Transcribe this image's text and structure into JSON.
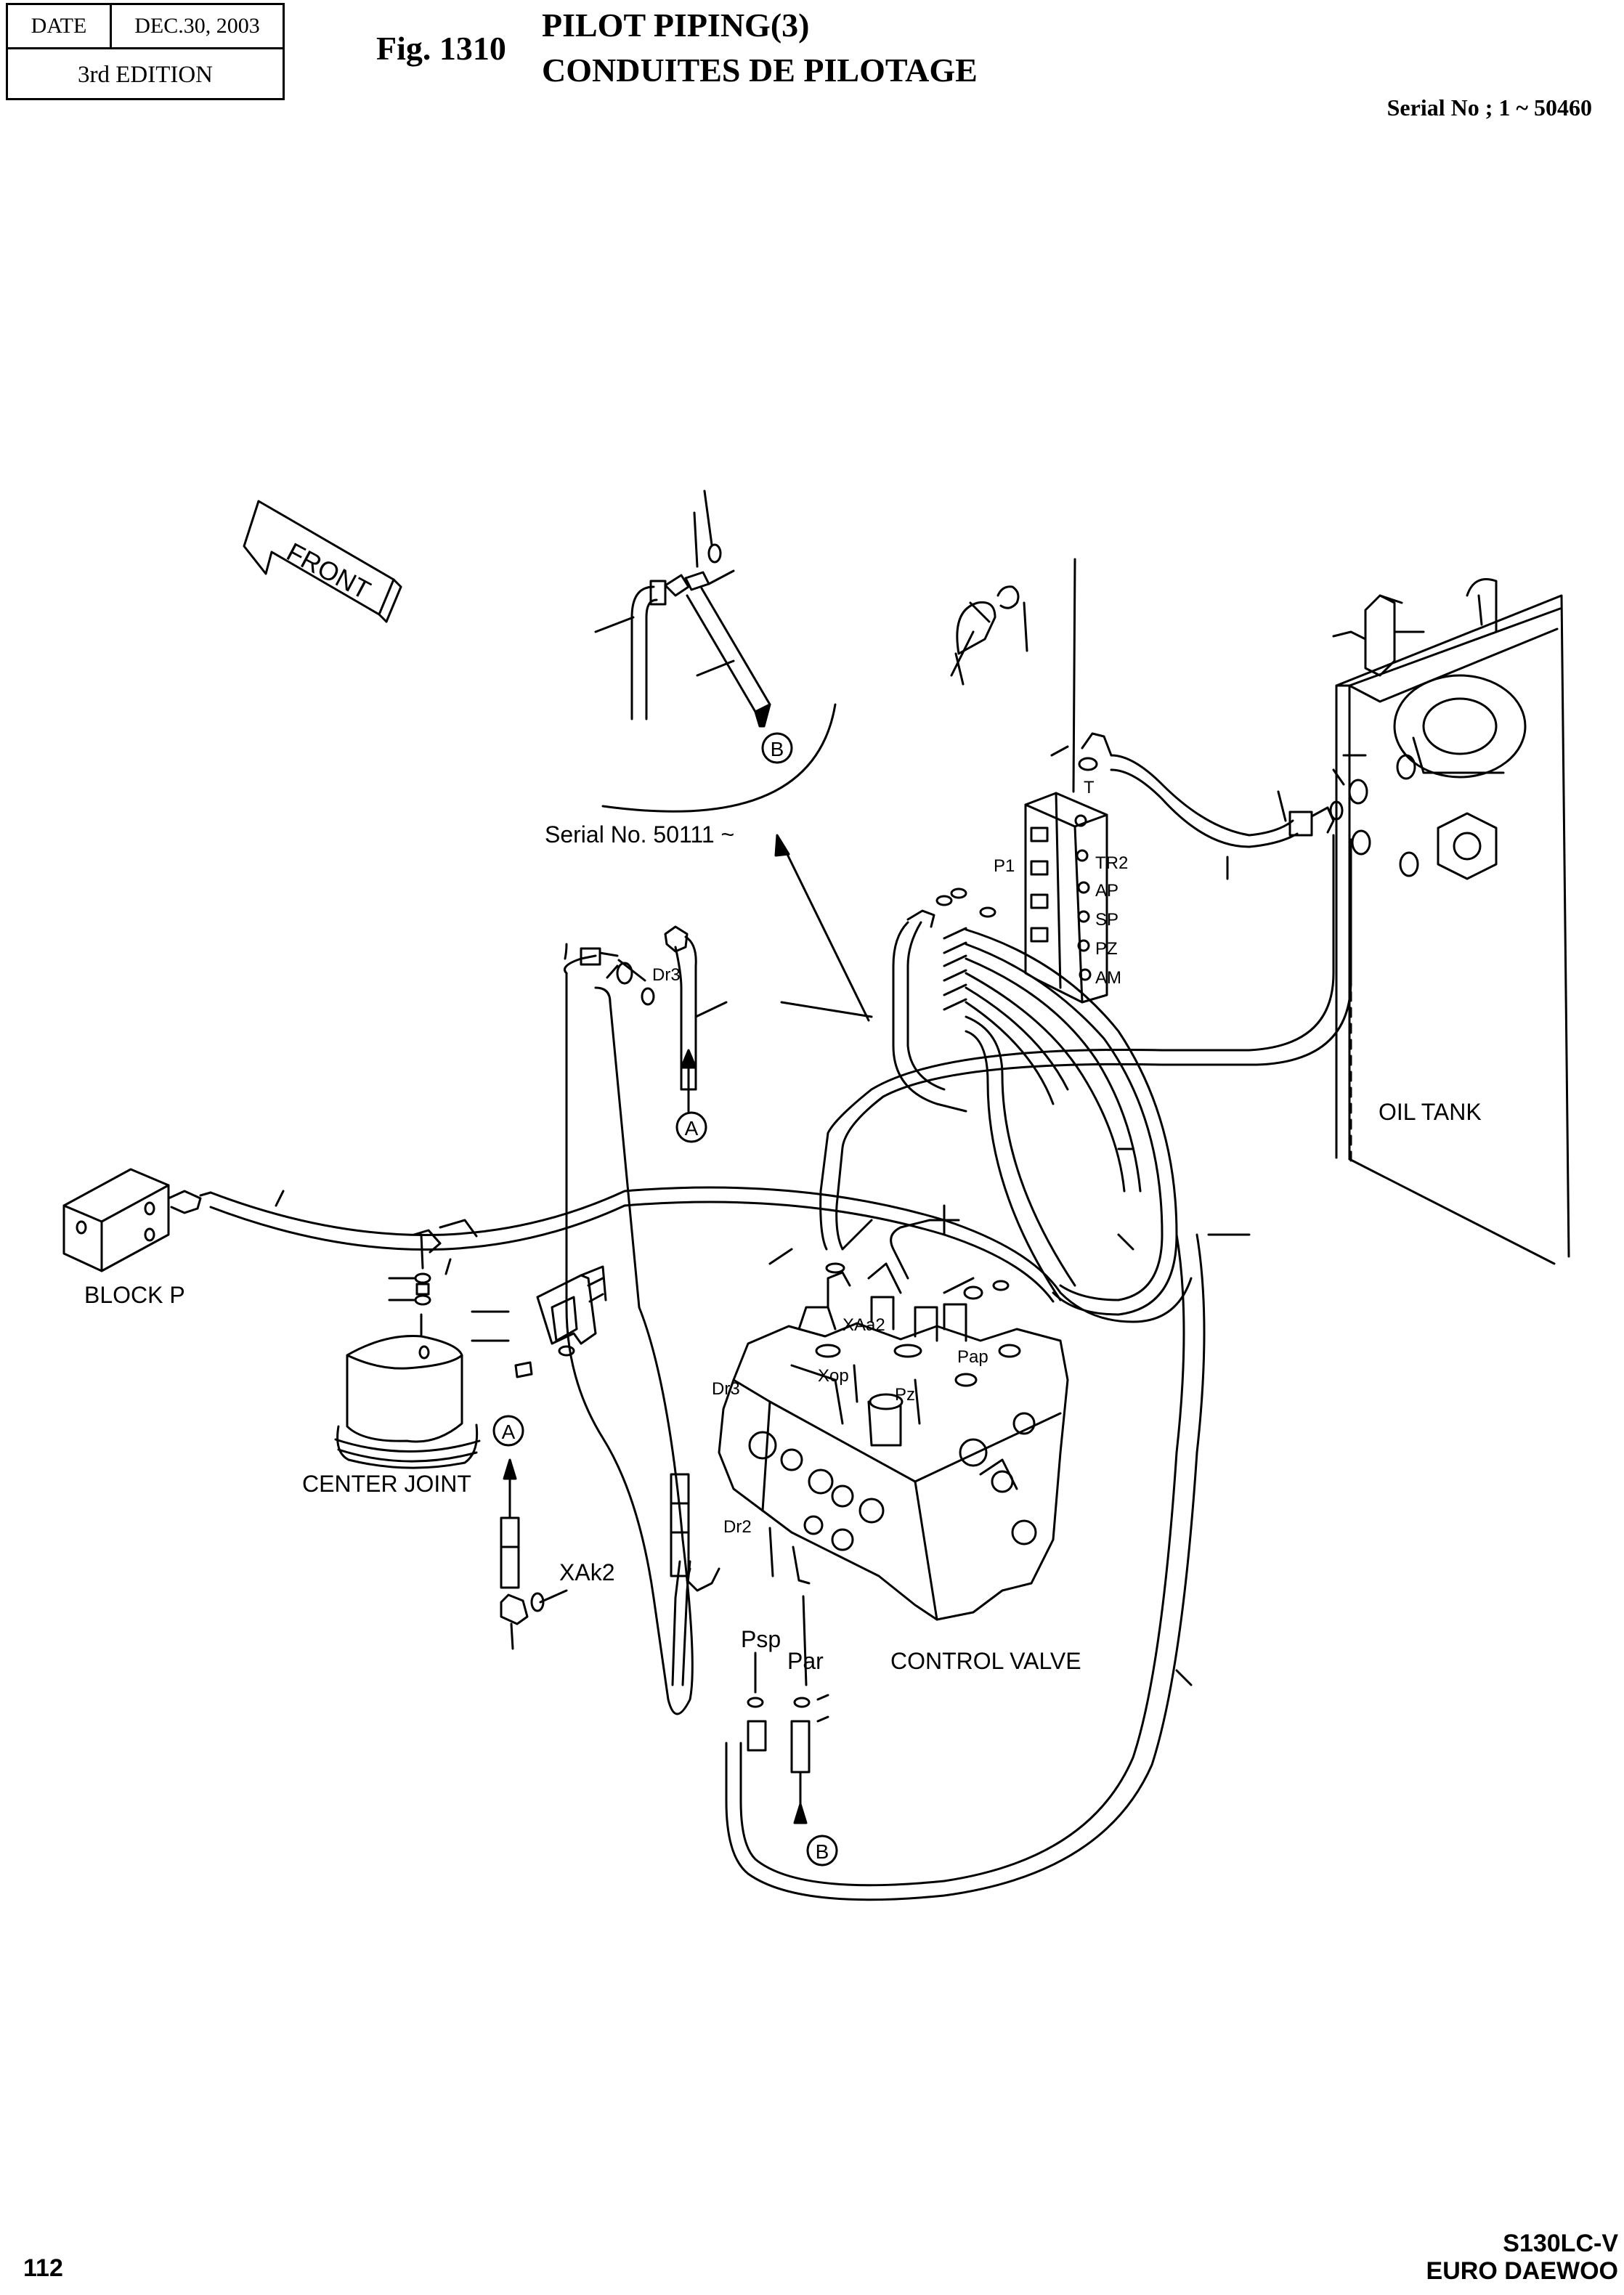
{
  "header": {
    "date_label": "DATE",
    "date_value": "DEC.30, 2003",
    "edition": "3rd  EDITION",
    "fig_number": "Fig. 1310",
    "title_en": "PILOT PIPING(3)",
    "title_fr": "CONDUITES DE PILOTAGE",
    "serial_range": "Serial No ; 1 ~ 50460"
  },
  "footer": {
    "page_number": "112",
    "model": "S130LC-V",
    "brand": "EURO DAEWOO"
  },
  "diagram": {
    "direction_arrow": "FRONT",
    "inset_serial": "Serial No. 50111 ~",
    "components": {
      "block_p": "BLOCK P",
      "center_joint": "CENTER JOINT",
      "oil_tank": "OIL TANK",
      "control_valve": "CONTROL VALVE"
    },
    "ports": {
      "t": "T",
      "p1": "P1",
      "tr2": "TR2",
      "ap": "AP",
      "sp": "SP",
      "pz": "PZ",
      "am": "AM",
      "dr3_top": "Dr3",
      "dr3_valve": "Dr3",
      "dr2": "Dr2",
      "xaa2": "XAa2",
      "xop": "Xop",
      "pap": "Pap",
      "pz_valve": "Pz",
      "xak2": "XAk2",
      "psp": "Psp",
      "par": "Par"
    },
    "callouts": {
      "a_upper": "A",
      "a_lower": "A",
      "b_inset": "B",
      "b_lower": "B"
    }
  }
}
